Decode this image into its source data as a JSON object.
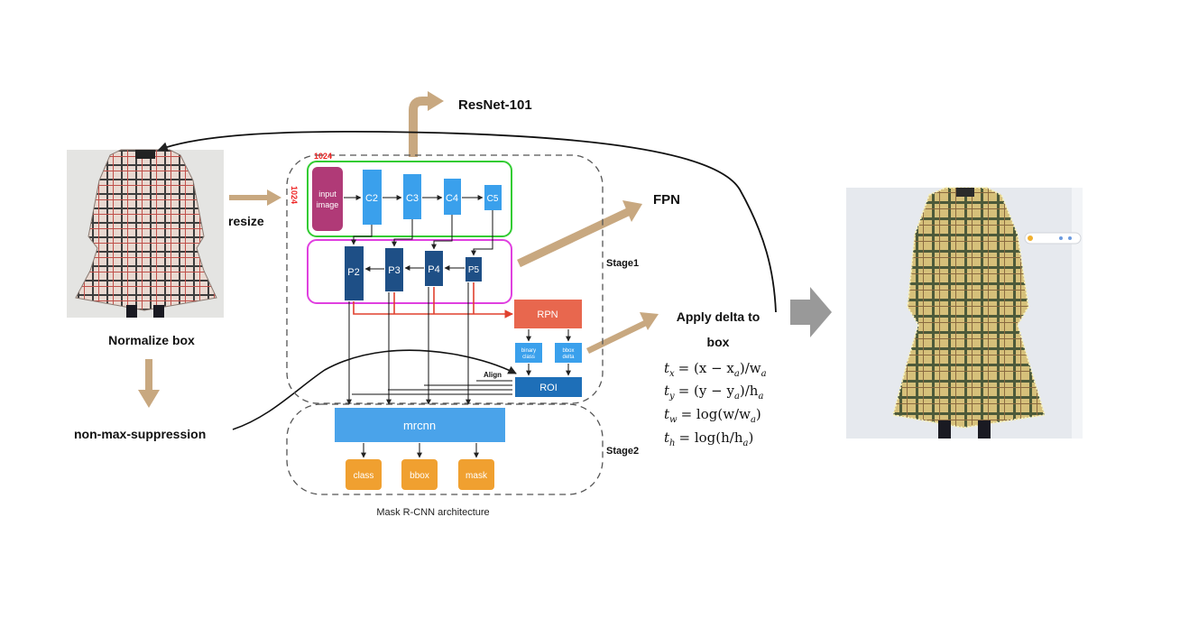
{
  "labels": {
    "resnet": "ResNet-101",
    "fpn": "FPN",
    "resize": "resize",
    "normalize_box": "Normalize box",
    "nms": "non-max-suppression",
    "apply_delta_line1": "Apply delta to",
    "apply_delta_line2": "box",
    "stage1": "Stage1",
    "stage2": "Stage2",
    "size_top": "1024",
    "size_side": "1024",
    "caption": "Mask R-CNN architecture",
    "align": "Align"
  },
  "nodes": {
    "input_line1": "input",
    "input_line2": "image",
    "c2": "C2",
    "c3": "C3",
    "c4": "C4",
    "c5": "C5",
    "p2": "P2",
    "p3": "P3",
    "p4": "P4",
    "p5": "P5",
    "rpn": "RPN",
    "binary_line1": "binary",
    "binary_line2": "class",
    "bbox_line1": "bbox",
    "bbox_line2": "delta",
    "roi": "ROI",
    "mrcnn": "mrcnn",
    "out_class": "class",
    "out_bbox": "bbox",
    "out_mask": "mask"
  },
  "formulas": [
    {
      "lhs": "t",
      "sub": "x",
      "rhs": "= (x − x",
      "rsub": "a",
      "tail": ")/w",
      "tsub": "a"
    },
    {
      "lhs": "t",
      "sub": "y",
      "rhs": "= (y − y",
      "rsub": "a",
      "tail": ")/h",
      "tsub": "a"
    },
    {
      "lhs": "t",
      "sub": "w",
      "rhs": "= log(w/w",
      "rsub": "a",
      "tail": ")",
      "tsub": ""
    },
    {
      "lhs": "t",
      "sub": "h",
      "rhs": "= log(h/h",
      "rsub": "a",
      "tail": ")",
      "tsub": ""
    }
  ],
  "colors": {
    "arrow_tan": "#c8a880",
    "backbone_green": "#33cc33",
    "fpn_magenta": "#e040e0",
    "input_purple": "#b03a77",
    "c_blue": "#3aa0ec",
    "p_navy": "#1e4f86",
    "rpn_red": "#e8674e",
    "mrcnn_blue": "#4aa3ea",
    "output_orange": "#f0a030",
    "size_red": "#ee2222",
    "gray_arrow": "#999999"
  }
}
